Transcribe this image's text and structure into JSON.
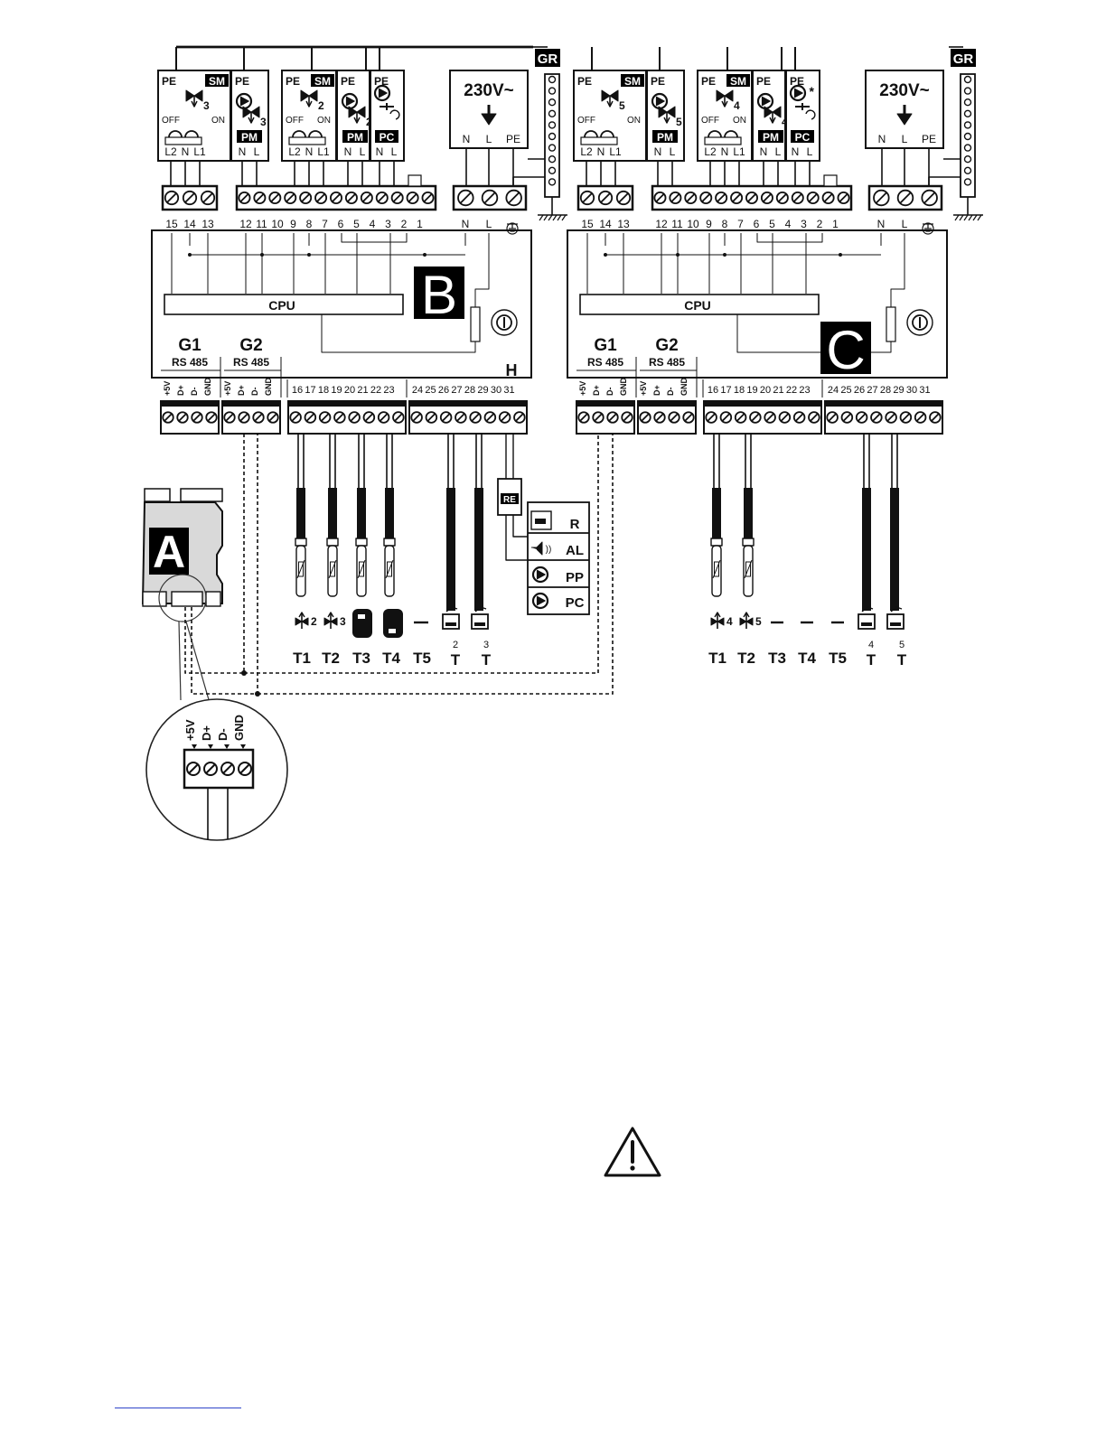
{
  "controllers": [
    {
      "letter": "B",
      "cpu": "CPU",
      "gr": "GR",
      "modules": [
        {
          "type": "SM",
          "pe": "PE",
          "index": "3",
          "off": "OFF",
          "on": "ON",
          "terminals": [
            "L2",
            "N",
            "L1"
          ]
        },
        {
          "type": "PM",
          "pe": "PE",
          "index": "3",
          "terminals": [
            "N",
            "L"
          ]
        },
        {
          "type": "SM",
          "pe": "PE",
          "index": "2",
          "off": "OFF",
          "on": "ON",
          "terminals": [
            "L2",
            "N",
            "L1"
          ]
        },
        {
          "type": "PM",
          "pe": "PE",
          "index": "2",
          "terminals": [
            "N",
            "L"
          ]
        },
        {
          "type": "PC",
          "pe": "PE",
          "index": "",
          "terminals": [
            "N",
            "L"
          ]
        }
      ],
      "power": {
        "voltage": "230V~",
        "terminals": [
          "N",
          "L",
          "PE"
        ]
      },
      "top_terminals": [
        "15",
        "14",
        "13",
        "12",
        "11",
        "10",
        "9",
        "8",
        "7",
        "6",
        "5",
        "4",
        "3",
        "2",
        "1",
        "N",
        "L"
      ],
      "g1": {
        "label": "G1",
        "bus": "RS 485",
        "pins": [
          "+5V",
          "D+",
          "D-",
          "GND"
        ]
      },
      "g2": {
        "label": "G2",
        "bus": "RS 485",
        "pins": [
          "+5V",
          "D+",
          "D-",
          "GND"
        ]
      },
      "h_label": "H",
      "bottom_terminals": [
        "16",
        "17",
        "18",
        "19",
        "20",
        "21",
        "22",
        "23",
        "24",
        "25",
        "26",
        "27",
        "28",
        "29",
        "30",
        "31"
      ],
      "sensor_labels": [
        "T1",
        "T2",
        "T3",
        "T4",
        "T5"
      ],
      "thermostat_labels": [
        {
          "n": "2",
          "t": "T"
        },
        {
          "n": "3",
          "t": "T"
        }
      ],
      "sensor_marks": [
        "2",
        "3"
      ],
      "relay": {
        "label": "RE",
        "outputs": [
          "R",
          "AL",
          "PP",
          "PC"
        ]
      }
    },
    {
      "letter": "C",
      "cpu": "CPU",
      "gr": "GR",
      "modules": [
        {
          "type": "SM",
          "pe": "PE",
          "index": "5",
          "off": "OFF",
          "on": "ON",
          "terminals": [
            "L2",
            "N",
            "L1"
          ]
        },
        {
          "type": "PM",
          "pe": "PE",
          "index": "5",
          "terminals": [
            "N",
            "L"
          ]
        },
        {
          "type": "SM",
          "pe": "PE",
          "index": "4",
          "off": "OFF",
          "on": "ON",
          "terminals": [
            "L2",
            "N",
            "L1"
          ]
        },
        {
          "type": "PM",
          "pe": "PE",
          "index": "4",
          "terminals": [
            "N",
            "L"
          ]
        },
        {
          "type": "PC",
          "pe": "PE",
          "index": "*",
          "terminals": [
            "N",
            "L"
          ]
        }
      ],
      "power": {
        "voltage": "230V~",
        "terminals": [
          "N",
          "L",
          "PE"
        ]
      },
      "top_terminals": [
        "15",
        "14",
        "13",
        "12",
        "11",
        "10",
        "9",
        "8",
        "7",
        "6",
        "5",
        "4",
        "3",
        "2",
        "1",
        "N",
        "L"
      ],
      "g1": {
        "label": "G1",
        "bus": "RS 485",
        "pins": [
          "+5V",
          "D+",
          "D-",
          "GND"
        ]
      },
      "g2": {
        "label": "G2",
        "bus": "RS 485",
        "pins": [
          "+5V",
          "D+",
          "D-",
          "GND"
        ]
      },
      "h_label": "",
      "bottom_terminals": [
        "16",
        "17",
        "18",
        "19",
        "20",
        "21",
        "22",
        "23",
        "24",
        "25",
        "26",
        "27",
        "28",
        "29",
        "30",
        "31"
      ],
      "sensor_labels": [
        "T1",
        "T2",
        "T3",
        "T4",
        "T5"
      ],
      "thermostat_labels": [
        {
          "n": "4",
          "t": "T"
        },
        {
          "n": "5",
          "t": "T"
        }
      ],
      "sensor_marks": [
        "4",
        "5"
      ],
      "relay": null
    }
  ],
  "panel_a": {
    "letter": "A"
  },
  "detail": {
    "pins": [
      "+5V",
      "D+",
      "D-",
      "GND"
    ]
  },
  "warning_icon": "warning-triangle-icon"
}
